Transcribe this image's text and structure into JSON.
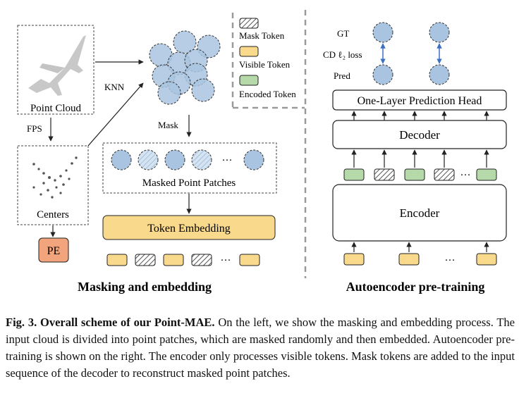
{
  "figure": {
    "left": {
      "point_cloud_label": "Point Cloud",
      "fps_label": "FPS",
      "centers_label": "Centers",
      "pe_label": "PE",
      "knn_label": "KNN",
      "mask_label": "Mask",
      "masked_patches_label": "Masked Point Patches",
      "token_embedding_label": "Token Embedding",
      "ellipsis": "···",
      "section_title": "Masking and embedding"
    },
    "legend": {
      "mask_token": "Mask Token",
      "visible_token": "Visible Token",
      "encoded_token": "Encoded Token"
    },
    "right": {
      "gt_label": "GT",
      "loss_label": "CD ℓ₂ loss",
      "pred_label": "Pred",
      "head_label": "One-Layer Prediction Head",
      "decoder_label": "Decoder",
      "encoder_label": "Encoder",
      "ellipsis": "···",
      "section_title": "Autoencoder pre-training"
    },
    "colors": {
      "visible_token": "#f9d98c",
      "encoded_token": "#b5d9a8",
      "pe": "#f2a47c",
      "patch_blue": "#a9c4e0",
      "arrow_blue": "#3a6fc4"
    }
  },
  "caption": {
    "label": "Fig. 3. Overall scheme of our Point-MAE.",
    "text": " On the left, we show the masking and embedding process. The input cloud is divided into point patches, which are masked randomly and then embedded. Autoencoder pre-training is shown on the right. The encoder only processes visible tokens. Mask tokens are added to the input sequence of the decoder to reconstruct masked point patches."
  }
}
